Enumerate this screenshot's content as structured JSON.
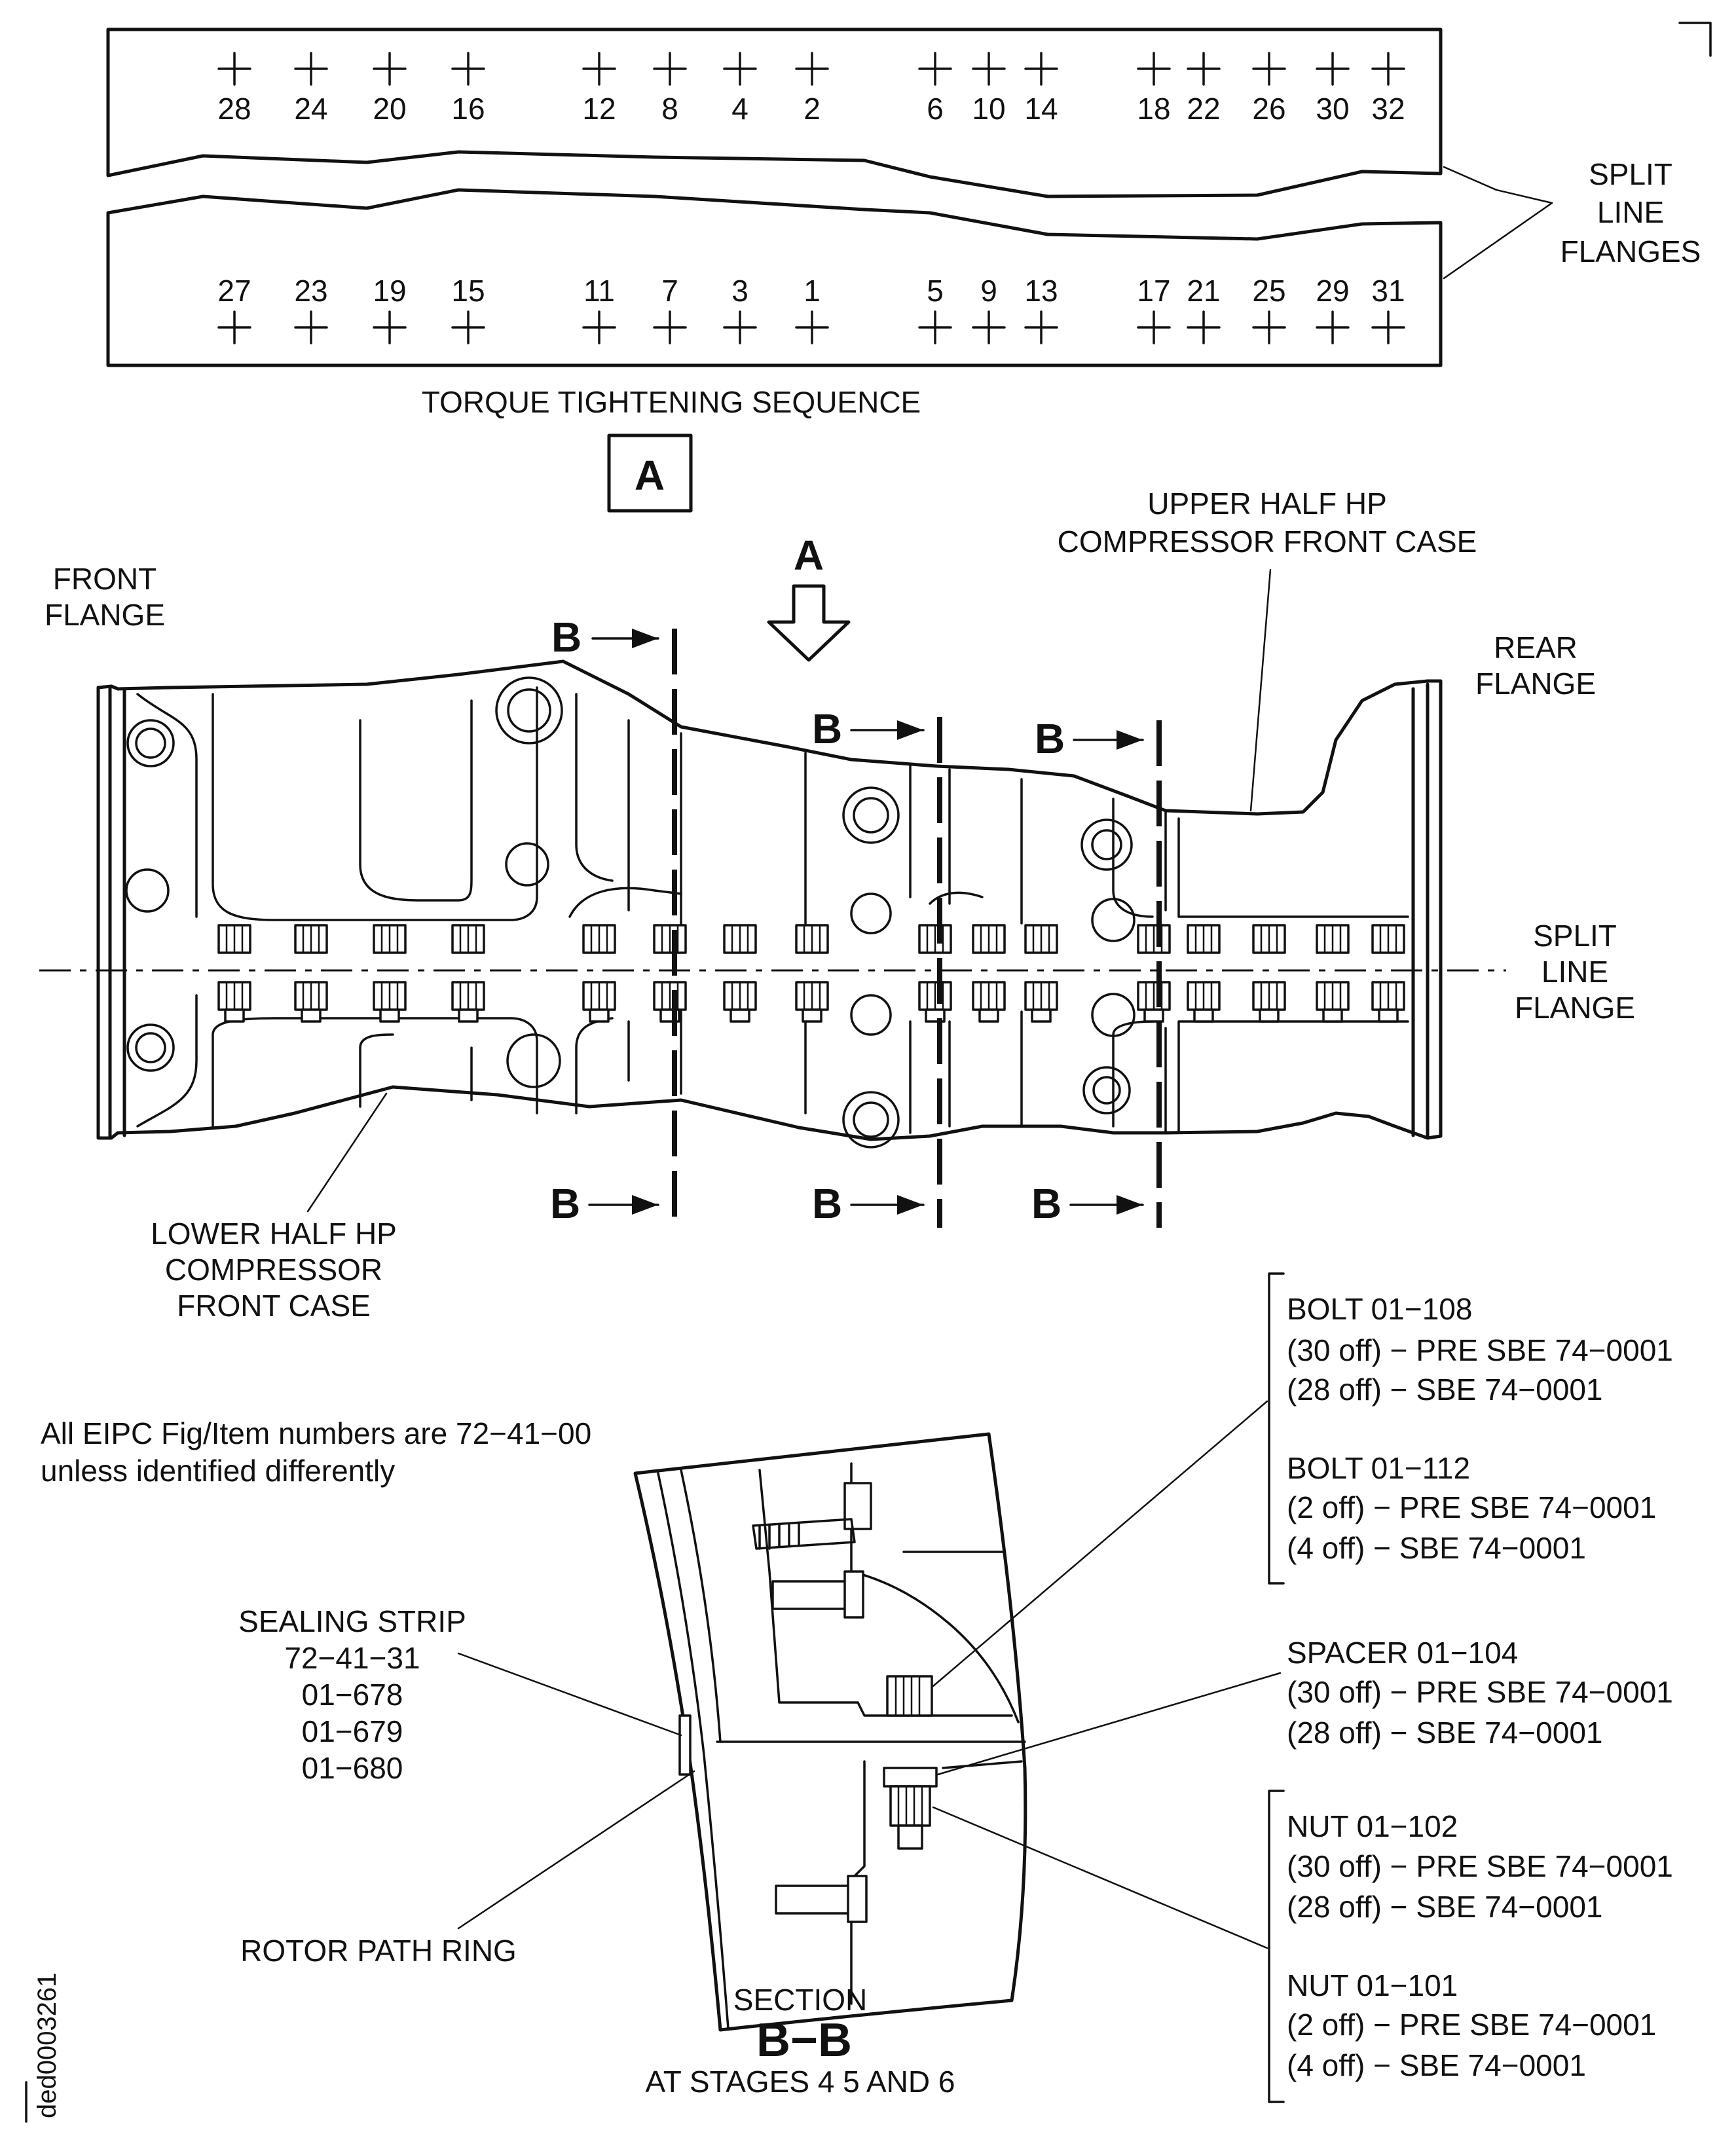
{
  "doc_id": "ded0003261",
  "detail_a": {
    "title": "TORQUE TIGHTENING SEQUENCE",
    "label": "A",
    "upper_numbers": [
      "28",
      "24",
      "20",
      "16",
      "12",
      "8",
      "4",
      "2",
      "6",
      "10",
      "14",
      "18",
      "22",
      "26",
      "30",
      "32"
    ],
    "lower_numbers": [
      "27",
      "23",
      "19",
      "15",
      "11",
      "7",
      "3",
      "1",
      "5",
      "9",
      "13",
      "17",
      "21",
      "25",
      "29",
      "31"
    ],
    "split_label": [
      "SPLIT",
      "LINE",
      "FLANGES"
    ]
  },
  "main_view": {
    "view_arrow_label": "A",
    "section_marker": "B",
    "front_flange": [
      "FRONT",
      "FLANGE"
    ],
    "rear_flange": [
      "REAR",
      "FLANGE"
    ],
    "upper_case": [
      "UPPER HALF HP",
      "COMPRESSOR FRONT CASE"
    ],
    "lower_case": [
      "LOWER HALF HP",
      "COMPRESSOR",
      "FRONT CASE"
    ],
    "split_line": [
      "SPLIT",
      "LINE",
      "FLANGE"
    ]
  },
  "note": [
    "All EIPC Fig/Item numbers are 72−41−00",
    "unless identified differently"
  ],
  "section_bb": {
    "caption_small": "SECTION",
    "caption_big": "B−B",
    "caption_sub": "AT STAGES 4  5 AND 6",
    "sealing_strip": [
      "SEALING STRIP",
      "72−41−31",
      "01−678",
      "01−679",
      "01−680"
    ],
    "rotor_path_ring": "ROTOR PATH RING",
    "bolt_group": [
      "BOLT  01−108",
      "(30 off) − PRE SBE 74−0001",
      "(28 off) − SBE 74−0001",
      "BOLT  01−112",
      "(2 off) − PRE SBE 74−0001",
      "(4 off) − SBE 74−0001"
    ],
    "spacer_group": [
      "SPACER  01−104",
      "(30 off) − PRE SBE 74−0001",
      "(28 off) − SBE 74−0001"
    ],
    "nut_group": [
      "NUT  01−102",
      "(30 off) − PRE SBE 74−0001",
      "(28 off) − SBE 74−0001",
      "NUT  01−101",
      "(2 off) − PRE SBE 74−0001",
      "(4 off) − SBE 74−0001"
    ]
  }
}
